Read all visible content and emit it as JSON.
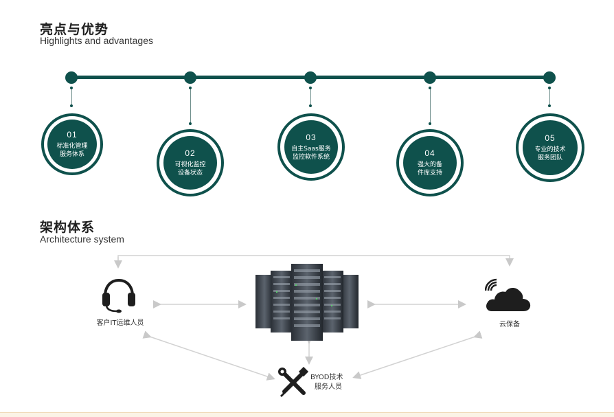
{
  "highlights": {
    "title": "亮点与优势",
    "subtitle": "Highlights and advantages",
    "items": [
      {
        "num": "01",
        "text": "标准化管理\n服务体系"
      },
      {
        "num": "02",
        "text": "可视化监控\n设备状态"
      },
      {
        "num": "03",
        "text": "自主Saas服务\n监控软件系统"
      },
      {
        "num": "04",
        "text": "强大的备\n件库支持"
      },
      {
        "num": "05",
        "text": "专业的技术\n服务团队"
      }
    ]
  },
  "architecture": {
    "title": "架构体系",
    "subtitle": "Architecture system",
    "nodes": {
      "ops": "客户IT运维人员",
      "cloud": "云保备",
      "byod_line1": "BYOD技术",
      "byod_line2": "服务人员"
    }
  },
  "icons": {
    "headset": "headset-icon",
    "server": "server-rack-icon",
    "cloud": "cloud-wifi-icon",
    "tools": "wrench-screwdriver-icon"
  },
  "colors": {
    "accent": "#0f514c",
    "arrow": "#cfcfcf",
    "icon": "#1e1e1e"
  }
}
